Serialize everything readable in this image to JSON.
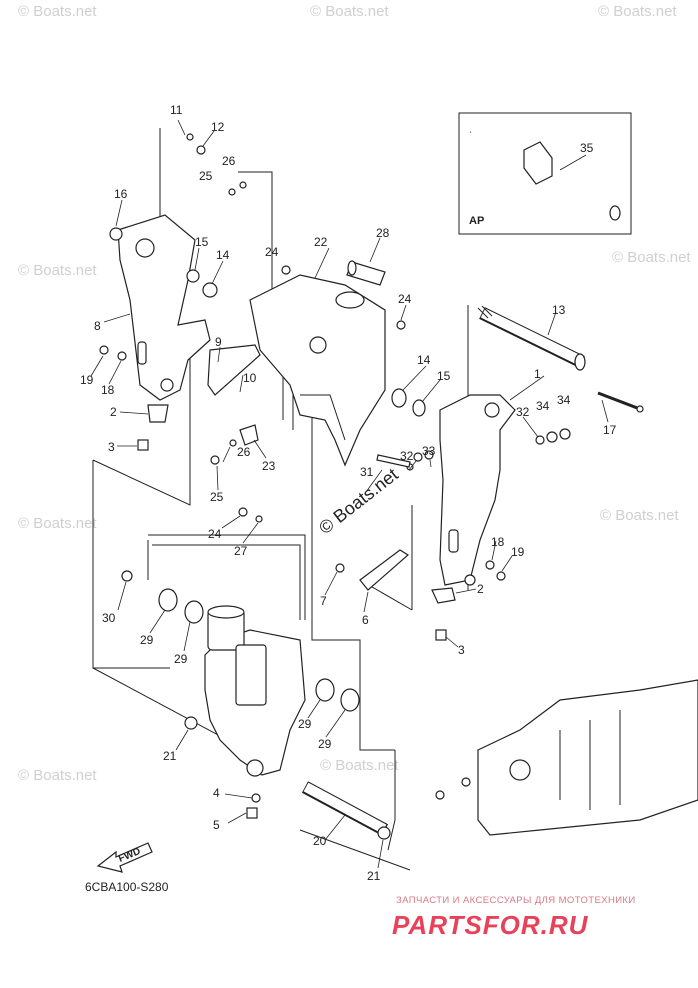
{
  "diagram_code": "6CBA100-S280",
  "inset_label": "AP",
  "fwd_label": "FWD",
  "center_watermark": "© Boats.net",
  "watermark_text": "© Boats.net",
  "brand": {
    "subtitle": "ЗАПЧАСТИ И АКСЕССУАРЫ ДЛЯ МОТОТЕХНИКИ",
    "name": "PARTSFOR.RU"
  },
  "callouts": {
    "n1": "1",
    "n2a": "2",
    "n2b": "2",
    "n3a": "3",
    "n3b": "3",
    "n4": "4",
    "n5": "5",
    "n6": "6",
    "n7": "7",
    "n8": "8",
    "n9": "9",
    "n10": "10",
    "n11": "11",
    "n12": "12",
    "n13": "13",
    "n14a": "14",
    "n14b": "14",
    "n15a": "15",
    "n15b": "15",
    "n16": "16",
    "n17": "17",
    "n18a": "18",
    "n18b": "18",
    "n19a": "19",
    "n19b": "19",
    "n20": "20",
    "n21a": "21",
    "n21b": "21",
    "n22": "22",
    "n23": "23",
    "n24a": "24",
    "n24b": "24",
    "n24c": "24",
    "n25a": "25",
    "n25b": "25",
    "n26a": "26",
    "n26b": "26",
    "n27": "27",
    "n28": "28",
    "n29a": "29",
    "n29b": "29",
    "n29c": "29",
    "n29d": "29",
    "n30": "30",
    "n31": "31",
    "n32a": "32",
    "n32b": "32",
    "n33": "33",
    "n34a": "34",
    "n34b": "34",
    "n35": "35"
  }
}
